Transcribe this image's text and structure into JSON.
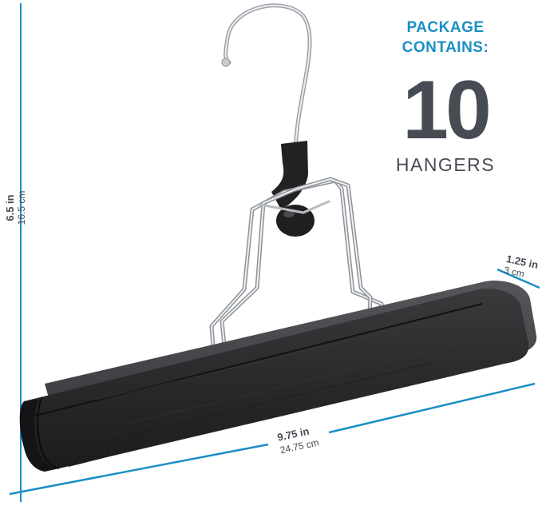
{
  "package": {
    "title_line1": "PACKAGE",
    "title_line2": "CONTAINS:",
    "count": "10",
    "unit": "HANGERS"
  },
  "dimensions": {
    "height": {
      "imperial": "6.5 in",
      "metric": "16.5 cm"
    },
    "width": {
      "imperial": "9.75 in",
      "metric": "24.75 cm"
    },
    "depth": {
      "imperial": "1.25 in",
      "metric": "3 cm"
    }
  },
  "colors": {
    "accent": "#1b8fc4",
    "text": "#474c54",
    "wood": "#2a2a2c",
    "chrome": "#b8bcc2"
  }
}
